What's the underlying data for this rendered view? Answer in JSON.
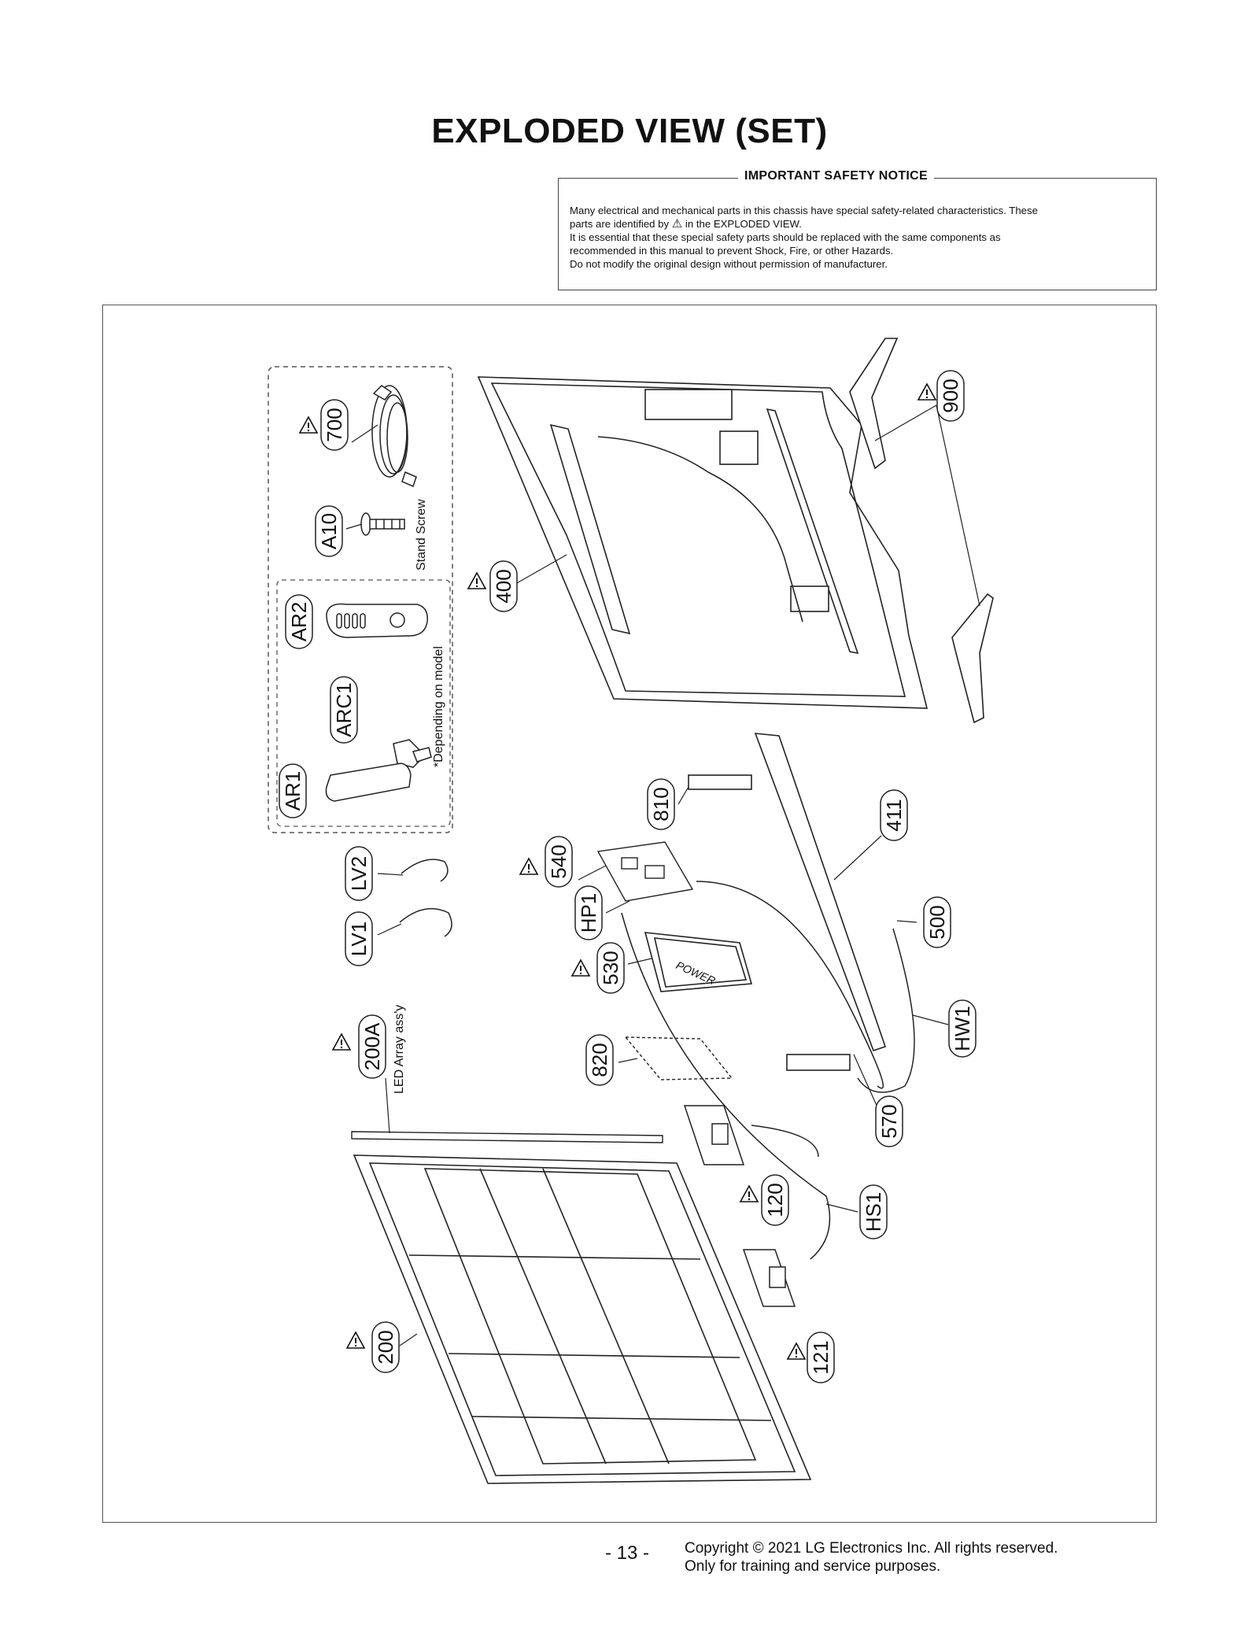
{
  "page": {
    "title": "EXPLODED VIEW (SET)",
    "page_number": "- 13 -",
    "copyright_line1": "Copyright © 2021 LG Electronics Inc. All rights reserved.",
    "copyright_line2": "Only for training and service purposes."
  },
  "notice": {
    "heading": "IMPORTANT SAFETY NOTICE",
    "line1": "Many electrical and mechanical parts in this chassis have special safety-related characteristics. These",
    "line2a": "parts are identified by",
    "line2b": "in the EXPLODED VIEW.",
    "line3": "It is essential that these special safety parts should be replaced with the same components as",
    "line4": "recommended in this manual to prevent Shock, Fire, or other Hazards.",
    "line5": "Do not modify the original design without permission of manufacturer."
  },
  "diagram": {
    "notes": {
      "stand_screw": "Stand Screw",
      "depending": "*Depending on model",
      "led_array": "LED Array ass'y"
    },
    "part_labels": [
      "700",
      "A10",
      "AR2",
      "ARC1",
      "AR1",
      "400",
      "900",
      "LV2",
      "LV1",
      "540",
      "HP1",
      "530",
      "810",
      "411",
      "500",
      "HW1",
      "200A",
      "820",
      "570",
      "120",
      "HS1",
      "121",
      "200"
    ],
    "safety_parts": [
      "700",
      "400",
      "900",
      "540",
      "530",
      "200A",
      "120",
      "121",
      "200"
    ]
  }
}
